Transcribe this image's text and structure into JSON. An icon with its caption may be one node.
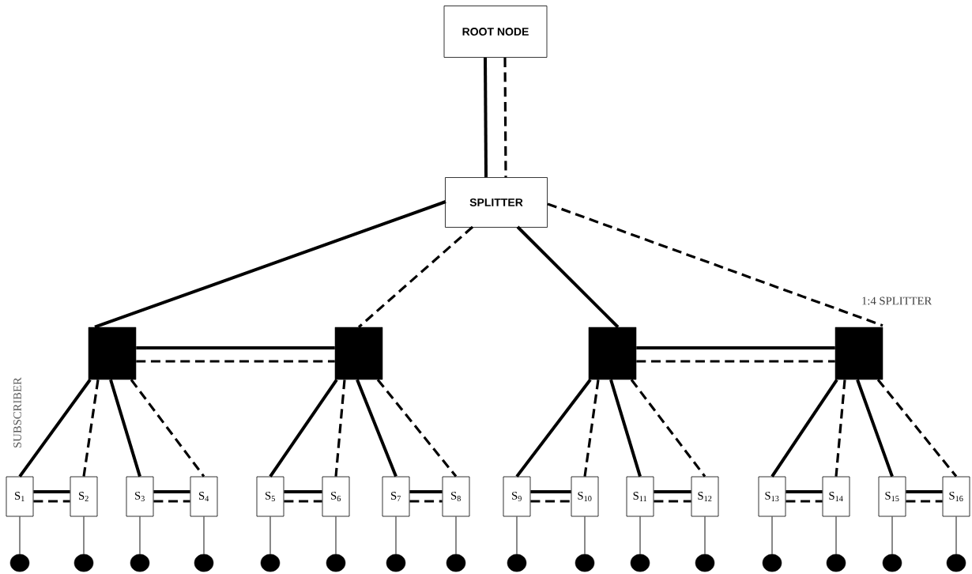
{
  "diagram": {
    "nodes": [
      {
        "text": [
          "ROOT NODE"
        ]
      },
      {
        "text": [
          "SPLITTER"
        ]
      },
      {
        "text": [],
        "shape": "box"
      },
      {
        "text": [],
        "shape": "box"
      },
      {
        "text": [],
        "shape": "box"
      },
      {
        "text": [],
        "shape": "box",
        "beside": [
          "1:4 SPLITTER"
        ]
      },
      {
        "text": [
          "S$_{1}$"
        ]
      },
      {
        "text": [
          "S$_{2}$"
        ]
      },
      {
        "text": [
          "S$_{3}$"
        ]
      },
      {
        "text": [
          "S$_{4}$"
        ]
      },
      {
        "text": [
          "S$_{5}$"
        ]
      },
      {
        "text": [
          "S$_{6}$"
        ]
      },
      {
        "text": [
          "S$_{7}$"
        ]
      },
      {
        "text": [
          "S$_{8}$"
        ]
      },
      {
        "text": [
          "S$_{9}$"
        ]
      },
      {
        "text": [
          "S$_{10}$"
        ]
      },
      {
        "text": [
          "S$_{11}$"
        ]
      },
      {
        "text": [
          "S$_{12}$"
        ]
      },
      {
        "text": [
          "S$_{13}$"
        ]
      },
      {
        "text": [
          "S$_{14}$"
        ]
      },
      {
        "text": [
          "S$_{15}$"
        ]
      },
      {
        "text": [
          "S$_{16}$"
        ]
      },
      {
        "text": [],
        "shape": "circle"
      },
      {
        "text": [],
        "shape": "circle"
      },
      {
        "text": [],
        "shape": "circle"
      },
      {
        "text": [],
        "shape": "circle"
      },
      {
        "text": [],
        "shape": "circle"
      },
      {
        "text": [],
        "shape": "circle"
      },
      {
        "text": [],
        "shape": "circle"
      },
      {
        "text": [],
        "shape": "circle"
      },
      {
        "text": [],
        "shape": "circle"
      },
      {
        "text": [],
        "shape": "circle"
      },
      {
        "text": [],
        "shape": "circle"
      },
      {
        "text": [],
        "shape": "circle"
      },
      {
        "text": [],
        "shape": "circle"
      },
      {
        "text": [],
        "shape": "circle"
      },
      {
        "text": [],
        "shape": "circle"
      },
      {
        "text": [],
        "shape": "circle"
      }
    ],
    "edges": [
      {
        "from": 0,
        "to": 1,
        "arrow": "none"
      },
      {
        "from": 0,
        "to": 1,
        "arrow": "none",
        "style": "dashed"
      },
      {
        "from": 1,
        "to": 2,
        "arrow": "none"
      },
      {
        "from": 1,
        "to": 3,
        "arrow": "none",
        "style": "dashed"
      },
      {
        "from": 1,
        "to": 4,
        "arrow": "none"
      },
      {
        "from": 1,
        "to": 5,
        "arrow": "none",
        "style": "dashed"
      },
      {
        "from": 2,
        "to": 3,
        "arrow": "none"
      },
      {
        "from": 2,
        "to": 3,
        "arrow": "none",
        "style": "dashed"
      },
      {
        "from": 4,
        "to": 5,
        "arrow": "none"
      },
      {
        "from": 4,
        "to": 5,
        "arrow": "none",
        "style": "dashed"
      },
      {
        "from": 2,
        "to": 6,
        "arrow": "none"
      },
      {
        "from": 2,
        "to": 7,
        "arrow": "none",
        "style": "dashed"
      },
      {
        "from": 2,
        "to": 8,
        "arrow": "none"
      },
      {
        "from": 2,
        "to": 9,
        "arrow": "none",
        "style": "dashed"
      },
      {
        "from": 3,
        "to": 10,
        "arrow": "none"
      },
      {
        "from": 3,
        "to": 11,
        "arrow": "none",
        "style": "dashed"
      },
      {
        "from": 3,
        "to": 12,
        "arrow": "none"
      },
      {
        "from": 3,
        "to": 13,
        "arrow": "none",
        "style": "dashed"
      },
      {
        "from": 4,
        "to": 14,
        "arrow": "none"
      },
      {
        "from": 4,
        "to": 15,
        "arrow": "none",
        "style": "dashed"
      },
      {
        "from": 4,
        "to": 16,
        "arrow": "none"
      },
      {
        "from": 4,
        "to": 17,
        "arrow": "none",
        "style": "dashed"
      },
      {
        "from": 5,
        "to": 18,
        "arrow": "none"
      },
      {
        "from": 5,
        "to": 19,
        "arrow": "none",
        "style": "dashed"
      },
      {
        "from": 5,
        "to": 20,
        "arrow": "none"
      },
      {
        "from": 5,
        "to": 21,
        "arrow": "none",
        "style": "dashed"
      },
      {
        "from": 6,
        "to": 7,
        "arrow": "none"
      },
      {
        "from": 6,
        "to": 7,
        "arrow": "none",
        "style": "dashed"
      },
      {
        "from": 8,
        "to": 9,
        "arrow": "none"
      },
      {
        "from": 8,
        "to": 9,
        "arrow": "none",
        "style": "dashed"
      },
      {
        "from": 10,
        "to": 11,
        "arrow": "none"
      },
      {
        "from": 10,
        "to": 11,
        "arrow": "none",
        "style": "dashed"
      },
      {
        "from": 12,
        "to": 13,
        "arrow": "none"
      },
      {
        "from": 12,
        "to": 13,
        "arrow": "none",
        "style": "dashed"
      },
      {
        "from": 14,
        "to": 15,
        "arrow": "none"
      },
      {
        "from": 14,
        "to": 15,
        "arrow": "none",
        "style": "dashed"
      },
      {
        "from": 16,
        "to": 17,
        "arrow": "none"
      },
      {
        "from": 16,
        "to": 17,
        "arrow": "none",
        "style": "dashed"
      },
      {
        "from": 18,
        "to": 19,
        "arrow": "none"
      },
      {
        "from": 18,
        "to": 19,
        "arrow": "none",
        "style": "dashed"
      },
      {
        "from": 20,
        "to": 21,
        "arrow": "none"
      },
      {
        "from": 20,
        "to": 21,
        "arrow": "none",
        "style": "dashed"
      },
      {
        "from": 6,
        "to": 22,
        "arrow": "none"
      },
      {
        "from": 7,
        "to": 23,
        "arrow": "none"
      },
      {
        "from": 8,
        "to": 24,
        "arrow": "none"
      },
      {
        "from": 9,
        "to": 25,
        "arrow": "none"
      },
      {
        "from": 10,
        "to": 26,
        "arrow": "none"
      },
      {
        "from": 11,
        "to": 27,
        "arrow": "none"
      },
      {
        "from": 12,
        "to": 28,
        "arrow": "none"
      },
      {
        "from": 13,
        "to": 29,
        "arrow": "none"
      },
      {
        "from": 14,
        "to": 30,
        "arrow": "none"
      },
      {
        "from": 15,
        "to": 31,
        "arrow": "none"
      },
      {
        "from": 16,
        "to": 32,
        "arrow": "none"
      },
      {
        "from": 17,
        "to": 33,
        "arrow": "none"
      },
      {
        "from": 18,
        "to": 34,
        "arrow": "none"
      },
      {
        "from": 19,
        "to": 35,
        "arrow": "none"
      },
      {
        "from": 20,
        "to": 36,
        "arrow": "none"
      },
      {
        "from": 21,
        "to": 37,
        "arrow": "none"
      }
    ],
    "labels": [
      "SUBSCRIBER"
    ]
  }
}
